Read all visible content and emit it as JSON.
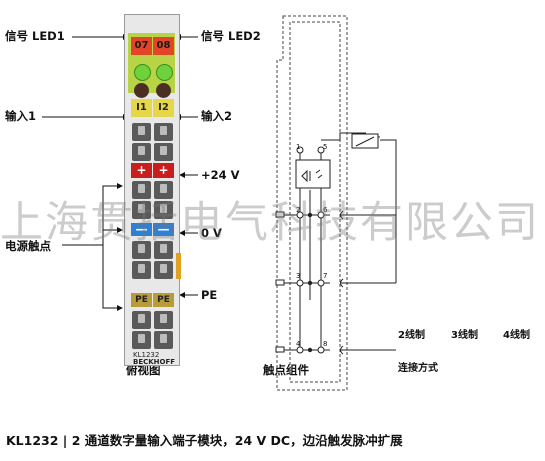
{
  "labels": {
    "signal_led1": "信号 LED1",
    "signal_led2": "信号 LED2",
    "input1": "输入1",
    "input2": "输入2",
    "plus24": "+24 V",
    "zero_v": "0 V",
    "power_contacts": "电源触点",
    "pe": "PE",
    "front_view": "俯视图",
    "contact_assembly": "触点组件",
    "wire2": "2线制",
    "wire3": "3线制",
    "wire4": "4线制",
    "connection_method": "连接方式"
  },
  "module": {
    "led07": "07",
    "led08": "08",
    "in1": "I1",
    "in2": "I2",
    "plus": "+",
    "minus": "—",
    "pe": "PE",
    "model": "KL1232",
    "brand": "BECKHOFF"
  },
  "terminals": [
    "1",
    "5",
    "2",
    "6",
    "3",
    "7",
    "4",
    "8"
  ],
  "watermark": "上海贯括电气科技有限公司",
  "caption": "KL1232 | 2 通道数字量输入端子模块，24 V DC，边沿触发脉冲扩展",
  "colors": {
    "led_red": "#e2452a",
    "led_yellow": "#e6d74a",
    "led_green": "#6fd23c",
    "accent_green": "#b6d445"
  }
}
